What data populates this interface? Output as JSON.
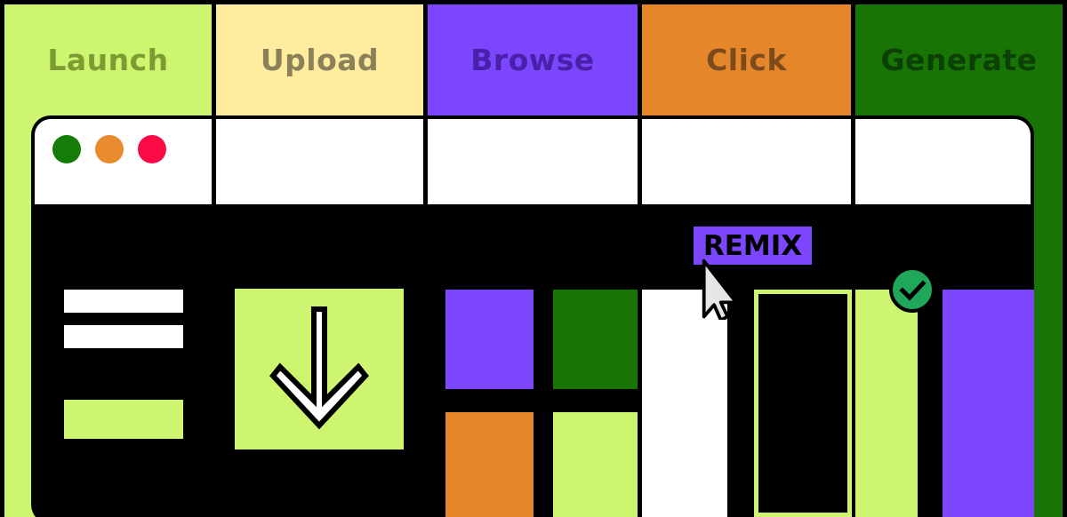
{
  "steps": [
    {
      "label": "Launch",
      "bg": "#cdf56f",
      "text": "#7a9c33"
    },
    {
      "label": "Upload",
      "bg": "#ffec9f",
      "text": "#8a8158"
    },
    {
      "label": "Browse",
      "bg": "#7c46fc",
      "text": "#4a1fa9"
    },
    {
      "label": "Click",
      "bg": "#e5862b",
      "text": "#7d4a1c"
    },
    {
      "label": "Generate",
      "bg": "#187404",
      "text": "#0b4104"
    }
  ],
  "window": {
    "controls": [
      {
        "name": "close",
        "color": "#157c08"
      },
      {
        "name": "minimize",
        "color": "#e88a2e"
      },
      {
        "name": "maximize",
        "color": "#fb0b46"
      }
    ]
  },
  "remix_tag": {
    "label": "REMIX",
    "bg": "#7c46fc",
    "text": "#000000"
  },
  "colors": {
    "lime": "#cdf56f",
    "purple": "#7c46fc",
    "green": "#187404",
    "orange": "#e5862b",
    "white": "#ffffff",
    "check": "#1fa85a"
  },
  "icons": {
    "download": "arrow-down-icon",
    "cursor": "pointer-cursor-icon",
    "check": "checkmark-icon"
  }
}
